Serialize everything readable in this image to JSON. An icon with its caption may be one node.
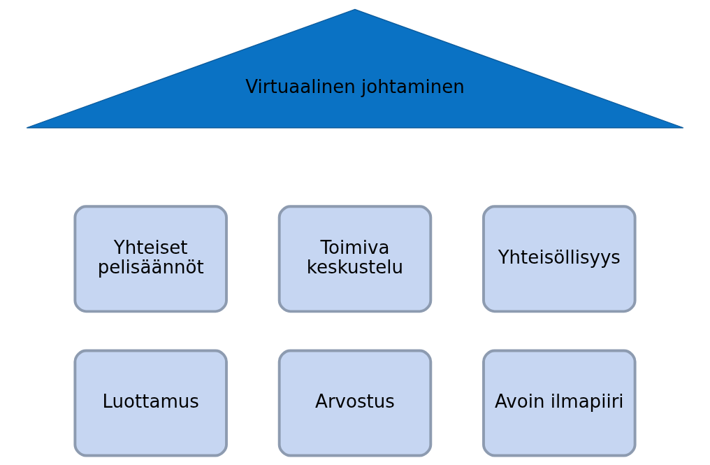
{
  "diagram": {
    "nodes": [
      {
        "text": [
          "Virtuaalinen johtaminen"
        ]
      },
      {
        "text": [
          "Yhteiset pelisäännöt"
        ]
      },
      {
        "text": [
          "Toimiva keskustelu"
        ]
      },
      {
        "text": [
          "Yhteisöllisyys"
        ]
      },
      {
        "text": [
          "Luottamus"
        ]
      },
      {
        "text": [
          "Arvostus"
        ]
      },
      {
        "text": [
          "Avoin ilmapiiri"
        ]
      }
    ]
  }
}
